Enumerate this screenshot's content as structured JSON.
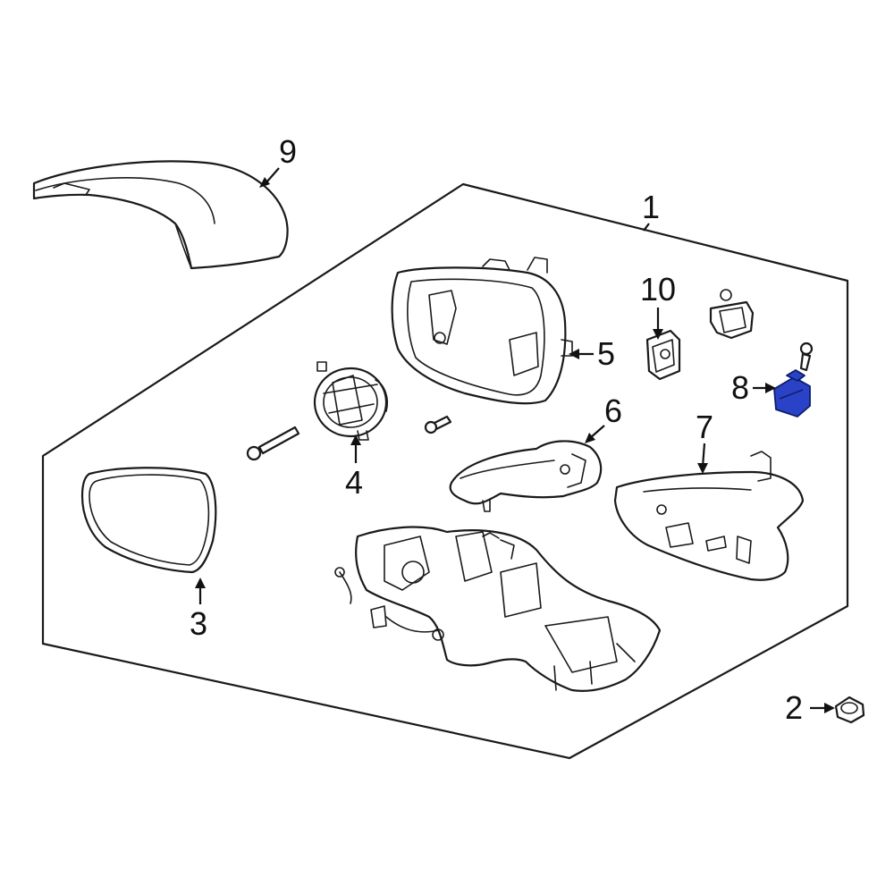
{
  "callouts": {
    "c1": "1",
    "c2": "2",
    "c3": "3",
    "c4": "4",
    "c5": "5",
    "c6": "6",
    "c7": "7",
    "c8": "8",
    "c9": "9",
    "c10": "10"
  },
  "colors": {
    "line": "#1a1a1a",
    "highlight": "#2a43c6",
    "background": "#ffffff"
  }
}
